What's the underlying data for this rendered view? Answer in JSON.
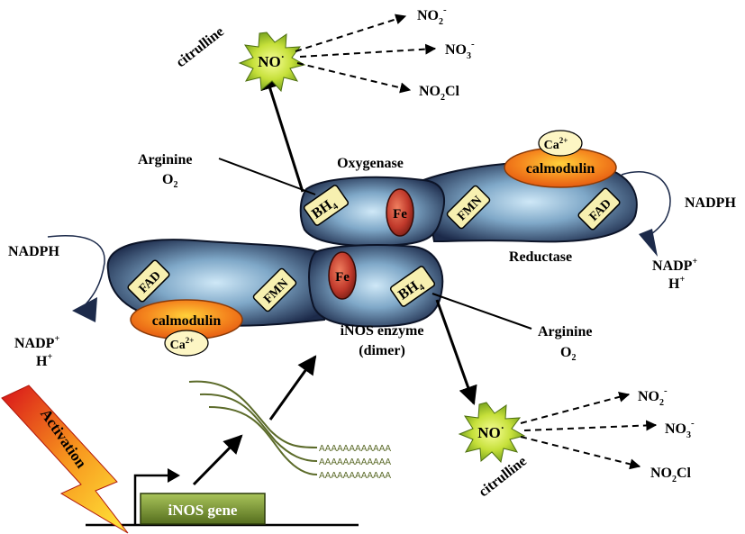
{
  "top_products": {
    "no_label": "NO",
    "no_charge": "·",
    "citrulline": "citrulline",
    "no2_minus": "NO",
    "no2_minus_sub": "2",
    "no2_minus_sup": "-",
    "no3_minus": "NO",
    "no3_minus_sub": "3",
    "no3_minus_sup": "-",
    "no2cl": "NO",
    "no2cl_sub": "2",
    "no2cl_rest": "Cl"
  },
  "bottom_products": {
    "no_label": "NO",
    "no_charge": "·",
    "citrulline": "citrulline",
    "no2_minus": "NO",
    "no2_minus_sub": "2",
    "no2_minus_sup": "-",
    "no3_minus": "NO",
    "no3_minus_sub": "3",
    "no3_minus_sup": "-",
    "no2cl": "NO",
    "no2cl_sub": "2",
    "no2cl_rest": "Cl"
  },
  "enzyme": {
    "oxygenase": "Oxygenase",
    "reductase": "Reductase",
    "name_line1": "iNOS enzyme",
    "name_line2": "(dimer)",
    "bh4_main": "BH",
    "bh4_sub": "4",
    "fe": "Fe",
    "fmn": "FMN",
    "fad": "FAD",
    "calmodulin": "calmodulin",
    "ca": "Ca",
    "ca_sup": "2+"
  },
  "substrates": {
    "arginine": "Arginine",
    "o2": "O",
    "o2_sub": "2",
    "nadph": "NADPH",
    "nadp": "NADP",
    "nadp_sup": "+",
    "h": "H",
    "h_sup": "+"
  },
  "gene": {
    "label": "iNOS gene",
    "polya": "AAAAAAAAAAAA"
  },
  "activation": {
    "label": "Activation"
  },
  "colors": {
    "enzyme_dark": "#1c2a4a",
    "enzyme_light": "#b9dcf0",
    "calmodulin_orange": "#f36f16",
    "ca_cream": "#fdf6c4",
    "box_cream": "#f7f0b0",
    "fe_red": "#c0392b",
    "no_burst": "#c6e03a",
    "gene_green": "#6f8f2a",
    "mrna_green": "#5c6b2a"
  }
}
